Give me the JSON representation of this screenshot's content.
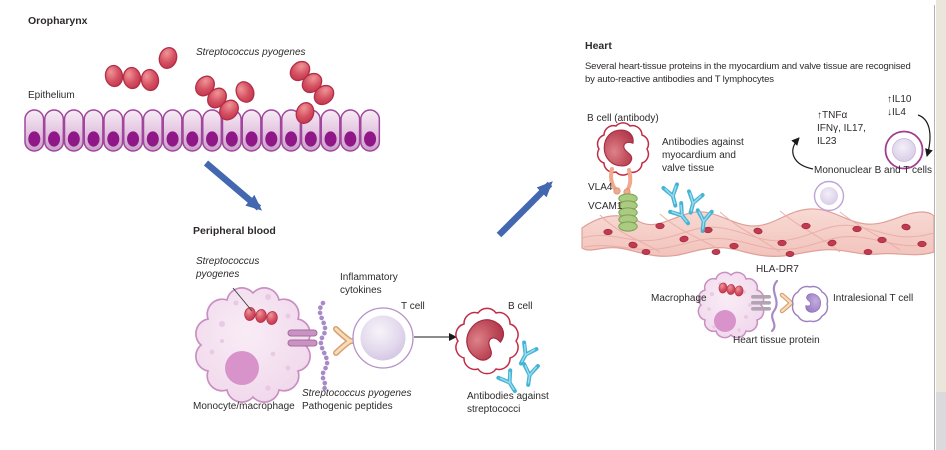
{
  "figure": {
    "oropharynx": {
      "title": "Oropharynx",
      "strep": "Streptococcus pyogenes",
      "epithelium": "Epithelium"
    },
    "peripheral": {
      "title": "Peripheral blood",
      "strep": [
        "Streptococcus",
        "pyogenes"
      ],
      "cytokines": [
        "Inflammatory",
        "cytokines"
      ],
      "t_cell": "T cell",
      "b_cell": "B cell",
      "monocyte": "Monocyte/macrophage",
      "peptides": [
        "Streptococcus pyogenes",
        "Pathogenic peptides"
      ],
      "antibodies": [
        "Antibodies against",
        "streptococci"
      ]
    },
    "heart": {
      "title": "Heart",
      "description": [
        "Several heart-tissue proteins in the myocardium and valve tissue are recognised",
        "by auto-reactive antibodies and T lymphocytes"
      ],
      "b_cell_antibody": "B cell (antibody)",
      "antibodies": [
        "Antibodies against",
        "myocardium and",
        "valve tissue"
      ],
      "proinflammatory": [
        "↑TNFα",
        "IFNγ, IL17,",
        "IL23"
      ],
      "regulatory": [
        "↑IL10",
        "↓IL4"
      ],
      "mononuclear": "Mononuclear B and T cells",
      "vla4": "VLA4",
      "vcam1": "VCAM1",
      "hla_dr7": "HLA-DR7",
      "macrophage": "Macrophage",
      "intralesional": "Intralesional T cell",
      "heart_tissue_protein": "Heart tissue protein"
    },
    "colors": {
      "flow_arrow_blue": "#4468b0",
      "streptococcus_red": "#cf4255",
      "epithelium_purple": "#a0469c",
      "antibody_cyan": "#45b4d4",
      "tissue_pink": "#f6d0ca",
      "vcam_green": "#abcb82",
      "cell_lavender": "#b492c8",
      "macrophage_pink": "#f4e0f0"
    }
  }
}
